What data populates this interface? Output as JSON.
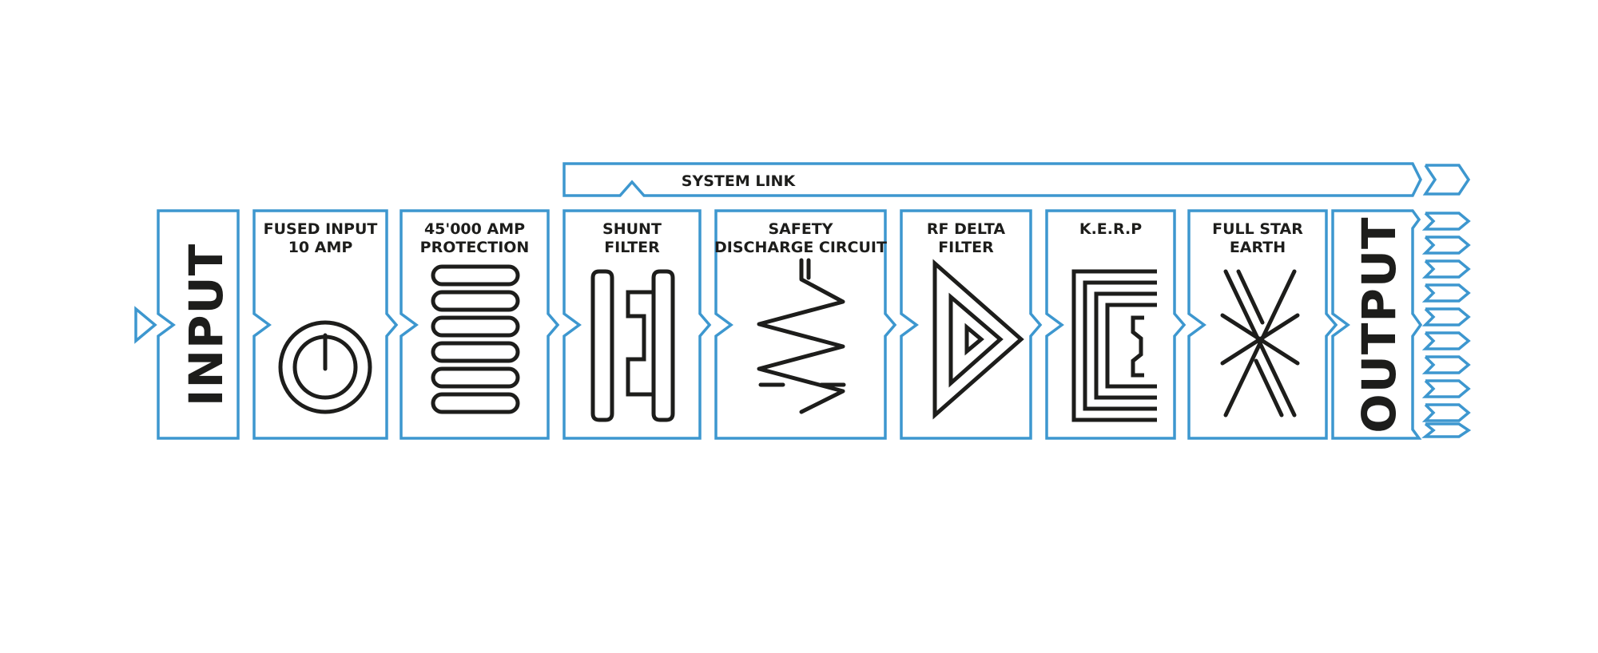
{
  "colors": {
    "outline": "#3d97cf",
    "ink": "#1d1d1b",
    "background": "#ffffff"
  },
  "system_link": {
    "label": "SYSTEM LINK"
  },
  "input": {
    "label": "INPUT"
  },
  "output": {
    "label": "OUTPUT"
  },
  "stages": [
    {
      "line1": "FUSED INPUT",
      "line2": "10 AMP",
      "icon": "power-icon"
    },
    {
      "line1": "45'000 AMP",
      "line2": "PROTECTION",
      "icon": "stacked-bars-icon"
    },
    {
      "line1": "SHUNT",
      "line2": "FILTER",
      "icon": "shunt-filter-icon"
    },
    {
      "line1": "SAFETY",
      "line2": "DISCHARGE CIRCUIT",
      "icon": "zigzag-discharge-icon"
    },
    {
      "line1": "RF DELTA",
      "line2": "FILTER",
      "icon": "nested-triangle-icon"
    },
    {
      "line1": "K.E.R.P",
      "line2": "",
      "icon": "nested-bracket-icon"
    },
    {
      "line1": "FULL STAR",
      "line2": "EARTH",
      "icon": "star-earth-icon"
    }
  ]
}
